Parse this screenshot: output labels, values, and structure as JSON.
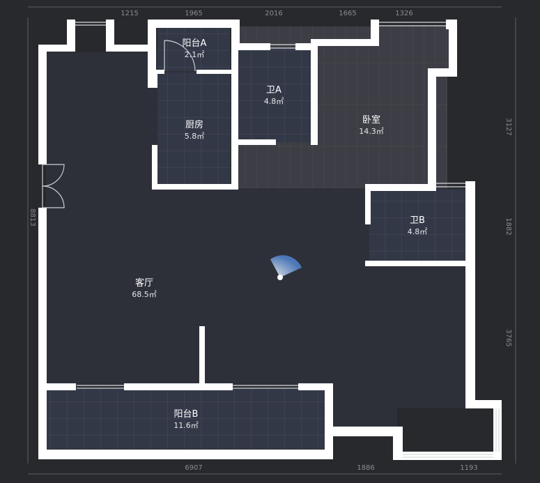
{
  "dimensions": {
    "top": [
      "1215",
      "1965",
      "2016",
      "1665",
      "1326"
    ],
    "bottom": [
      "6907",
      "1886",
      "1193"
    ],
    "left": [
      "8813"
    ],
    "right": [
      "3127",
      "1882",
      "3765"
    ]
  },
  "rooms": {
    "balcony_a": {
      "name": "阳台A",
      "area": "2.1㎡"
    },
    "bath_a": {
      "name": "卫A",
      "area": "4.8㎡"
    },
    "kitchen": {
      "name": "厨房",
      "area": "5.8㎡"
    },
    "bedroom": {
      "name": "卧室",
      "area": "14.3㎡"
    },
    "bath_b": {
      "name": "卫B",
      "area": "4.8㎡"
    },
    "living": {
      "name": "客厅",
      "area": "68.5㎡"
    },
    "balcony_b": {
      "name": "阳台B",
      "area": "11.6㎡"
    }
  },
  "colors": {
    "background": "#28292d",
    "floor": "#2e3039",
    "tile_room": "#333847",
    "wood_room": "#3d3e45",
    "wall": "#ffffff",
    "camera": "#6c9bd8"
  },
  "icons": [
    "camera-view-icon",
    "double-door-icon",
    "swing-door-icon"
  ]
}
